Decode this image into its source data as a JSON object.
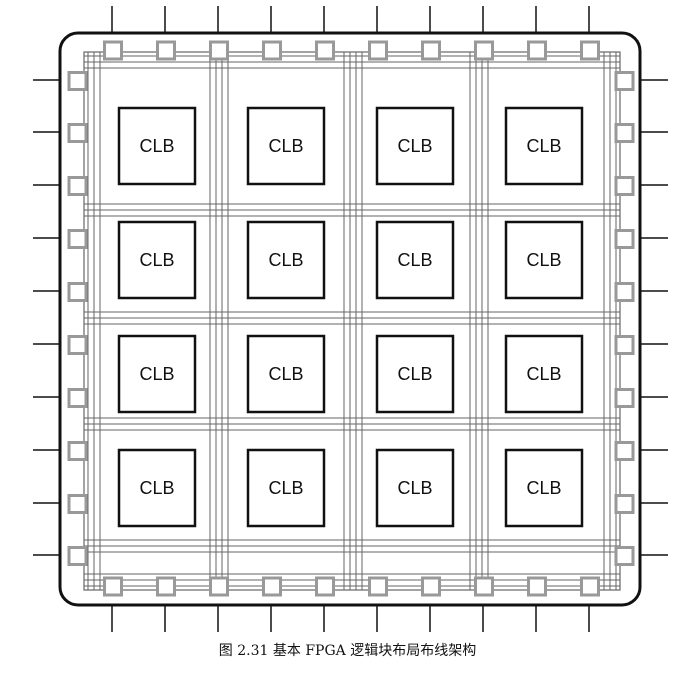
{
  "caption": "图 2.31 基本 FPGA 逻辑块布局布线架构",
  "clb_grid": {
    "rows": 4,
    "cols": 4,
    "label": "CLB"
  },
  "io_pads": {
    "top_count": 10,
    "bottom_count": 10,
    "left_count": 10,
    "right_count": 10
  },
  "colors": {
    "outline": "#111111",
    "routing": "#666666",
    "pad": "#999999",
    "background": "#ffffff"
  }
}
